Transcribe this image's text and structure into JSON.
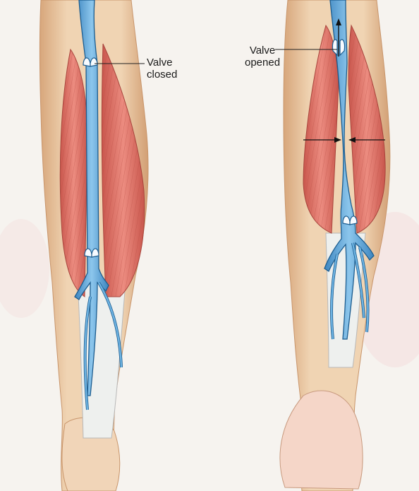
{
  "labels": {
    "valve_closed": {
      "line1": "Valve",
      "line2": "closed"
    },
    "valve_opened": {
      "line1": "Valve",
      "line2": "opened"
    }
  },
  "colors": {
    "skin": "#eccfae",
    "skin_shade": "#d9ac82",
    "muscle": "#e0766b",
    "muscle_dark": "#c4534b",
    "vein": "#5aa6d8",
    "vein_outline": "#1d5d8f",
    "tendon": "#eef0ee",
    "background": "#f6f3ef"
  }
}
